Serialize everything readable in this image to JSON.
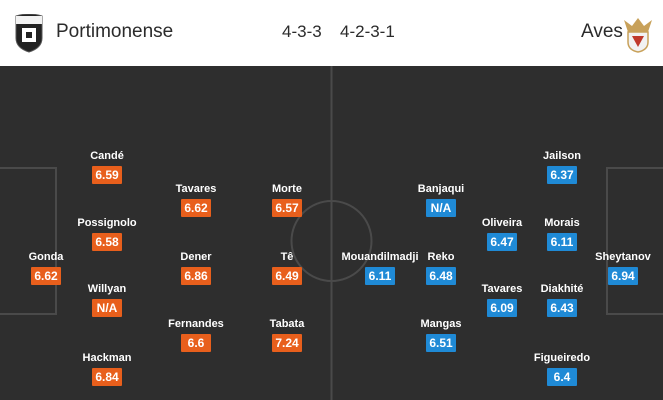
{
  "colors": {
    "home_rating": "#e85f1c",
    "away_rating": "#1f8ad6",
    "pitch": "#2e2e2e",
    "lines": "#4a4a4a"
  },
  "home": {
    "name": "Portimonense",
    "formation": "4-3-3",
    "logo_icon": "portimonense-crest-icon",
    "players": [
      {
        "name": "Gonda",
        "rating": "6.62"
      },
      {
        "name": "Candé",
        "rating": "6.59"
      },
      {
        "name": "Possignolo",
        "rating": "6.58"
      },
      {
        "name": "Willyan",
        "rating": "N/A"
      },
      {
        "name": "Hackman",
        "rating": "6.84"
      },
      {
        "name": "Tavares",
        "rating": "6.62"
      },
      {
        "name": "Dener",
        "rating": "6.86"
      },
      {
        "name": "Fernandes",
        "rating": "6.6"
      },
      {
        "name": "Morte",
        "rating": "6.57"
      },
      {
        "name": "Tê",
        "rating": "6.49"
      },
      {
        "name": "Tabata",
        "rating": "7.24"
      }
    ]
  },
  "away": {
    "name": "Aves",
    "formation": "4-2-3-1",
    "logo_icon": "aves-crest-icon",
    "players": [
      {
        "name": "Sheytanov",
        "rating": "6.94"
      },
      {
        "name": "Jailson",
        "rating": "6.37"
      },
      {
        "name": "Morais",
        "rating": "6.11"
      },
      {
        "name": "Diakhité",
        "rating": "6.43"
      },
      {
        "name": "Figueiredo",
        "rating": "6.4"
      },
      {
        "name": "Oliveira",
        "rating": "6.47"
      },
      {
        "name": "Tavares",
        "rating": "6.09"
      },
      {
        "name": "Banjaqui",
        "rating": "N/A"
      },
      {
        "name": "Reko",
        "rating": "6.48"
      },
      {
        "name": "Mangas",
        "rating": "6.51"
      },
      {
        "name": "Mouandilmadji",
        "rating": "6.11"
      }
    ]
  }
}
